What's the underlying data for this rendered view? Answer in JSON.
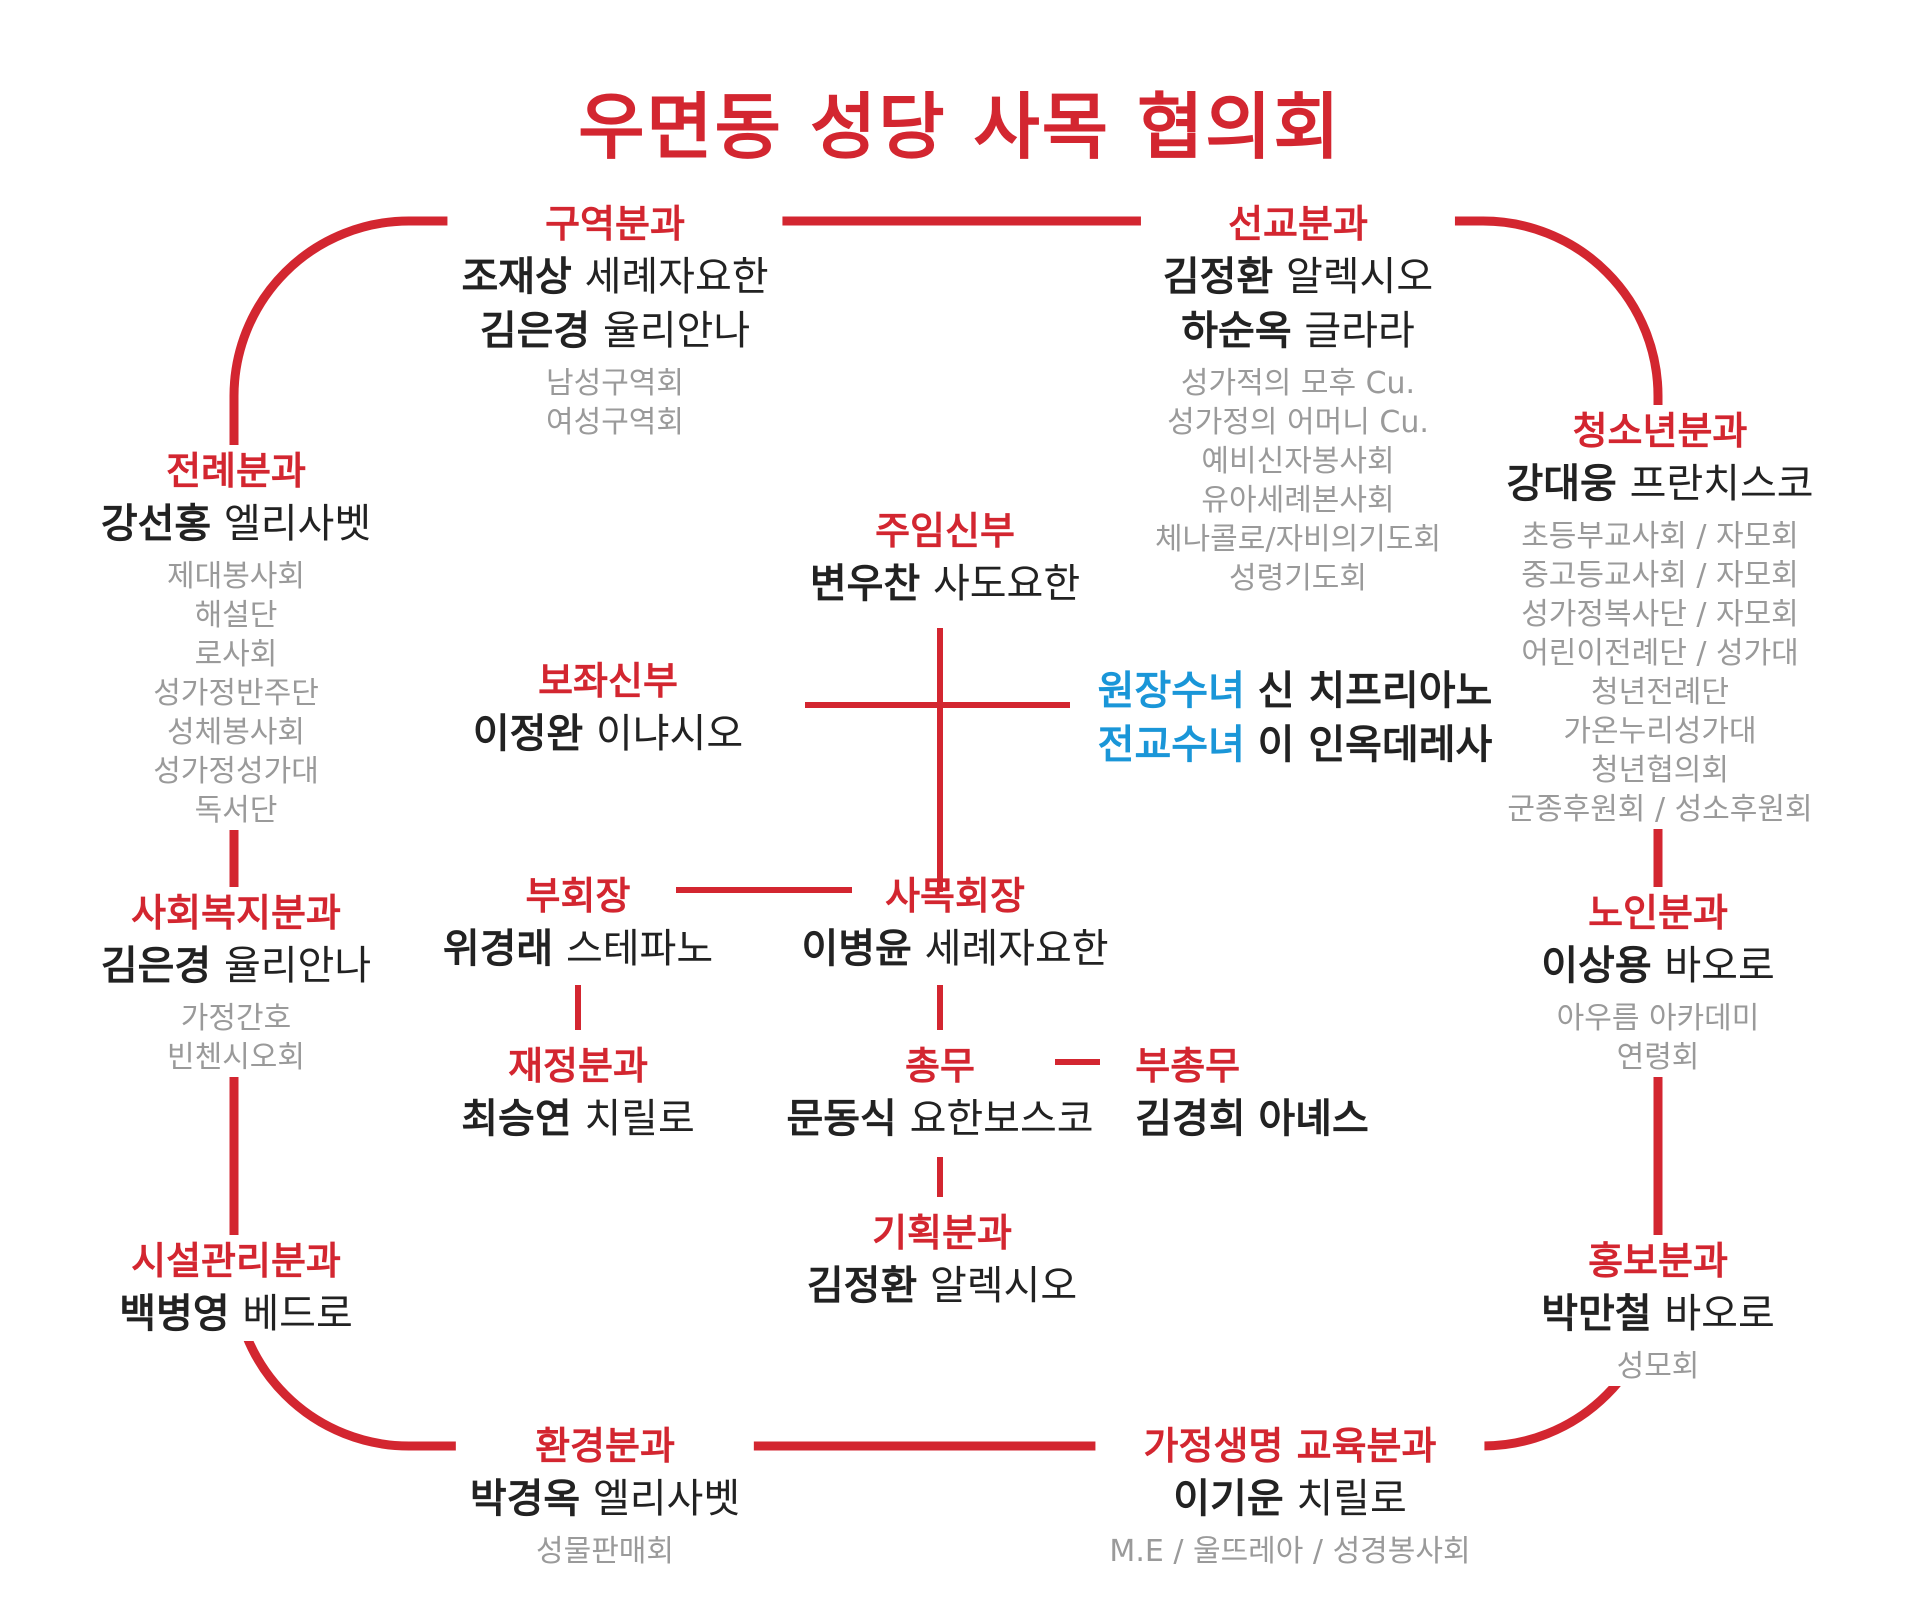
{
  "title": "우면동 성당 사목 협의회",
  "colors": {
    "accent": "#d32630",
    "nun_role": "#1a96d8",
    "text": "#222222",
    "muted": "#9a9a9a"
  },
  "nodes": {
    "guyeok": {
      "title": "구역분과",
      "people": [
        {
          "name": "조재상",
          "baptismal": "세례자요한"
        },
        {
          "name": "김은경",
          "baptismal": "율리안나"
        }
      ],
      "subs": [
        "남성구역회",
        "여성구역회"
      ]
    },
    "seongyo": {
      "title": "선교분과",
      "people": [
        {
          "name": "김정환",
          "baptismal": "알렉시오"
        },
        {
          "name": "하순옥",
          "baptismal": "글라라"
        }
      ],
      "subs": [
        "성가적의 모후 Cu.",
        "성가정의 어머니 Cu.",
        "예비신자봉사회",
        "유아세례본사회",
        "체나콜로/자비의기도회",
        "성령기도회"
      ]
    },
    "jeollye": {
      "title": "전례분과",
      "people": [
        {
          "name": "강선홍",
          "baptismal": "엘리사벳"
        }
      ],
      "subs": [
        "제대봉사회",
        "해설단",
        "로사회",
        "성가정반주단",
        "성체봉사회",
        "성가정성가대",
        "독서단"
      ]
    },
    "youth": {
      "title": "청소년분과",
      "people": [
        {
          "name": "강대웅",
          "baptismal": "프란치스코"
        }
      ],
      "subs": [
        "초등부교사회 / 자모회",
        "중고등교사회 / 자모회",
        "성가정복사단 / 자모회",
        "어린이전례단 / 성가대",
        "청년전례단",
        "가온누리성가대",
        "청년협의회",
        "군종후원회 / 성소후원회"
      ]
    },
    "pastor": {
      "title": "주임신부",
      "people": [
        {
          "name": "변우찬",
          "baptismal": "사도요한"
        }
      ]
    },
    "assistant": {
      "title": "보좌신부",
      "people": [
        {
          "name": "이정완",
          "baptismal": "이냐시오"
        }
      ]
    },
    "nuns": [
      {
        "role": "원장수녀",
        "name": "신 치프리아노"
      },
      {
        "role": "전교수녀",
        "name": "이 인옥데레사"
      }
    ],
    "vicechair": {
      "title": "부회장",
      "people": [
        {
          "name": "위경래",
          "baptismal": "스테파노"
        }
      ]
    },
    "chair": {
      "title": "사목회장",
      "people": [
        {
          "name": "이병윤",
          "baptismal": "세례자요한"
        }
      ]
    },
    "welfare": {
      "title": "사회복지분과",
      "people": [
        {
          "name": "김은경",
          "baptismal": "율리안나"
        }
      ],
      "subs": [
        "가정간호",
        "빈첸시오회"
      ]
    },
    "elderly": {
      "title": "노인분과",
      "people": [
        {
          "name": "이상용",
          "baptismal": "바오로"
        }
      ],
      "subs": [
        "아우름 아카데미",
        "연령회"
      ]
    },
    "finance": {
      "title": "재정분과",
      "people": [
        {
          "name": "최승연",
          "baptismal": "치릴로"
        }
      ]
    },
    "general": {
      "title": "총무",
      "people": [
        {
          "name": "문동식",
          "baptismal": "요한보스코"
        }
      ]
    },
    "vicegeneral": {
      "title": "부총무",
      "people": [
        {
          "name": "김경희",
          "baptismal": "아녜스"
        }
      ]
    },
    "planning": {
      "title": "기획분과",
      "people": [
        {
          "name": "김정환",
          "baptismal": "알렉시오"
        }
      ]
    },
    "facility": {
      "title": "시설관리분과",
      "people": [
        {
          "name": "백병영",
          "baptismal": "베드로"
        }
      ]
    },
    "pr": {
      "title": "홍보분과",
      "people": [
        {
          "name": "박만철",
          "baptismal": "바오로"
        }
      ],
      "subs": [
        "성모회"
      ]
    },
    "environment": {
      "title": "환경분과",
      "people": [
        {
          "name": "박경옥",
          "baptismal": "엘리사벳"
        }
      ],
      "subs": [
        "성물판매회"
      ]
    },
    "family": {
      "title": "가정생명 교육분과",
      "people": [
        {
          "name": "이기운",
          "baptismal": "치릴로"
        }
      ],
      "subs": [
        "M.E / 울뜨레아 / 성경봉사회"
      ]
    }
  }
}
